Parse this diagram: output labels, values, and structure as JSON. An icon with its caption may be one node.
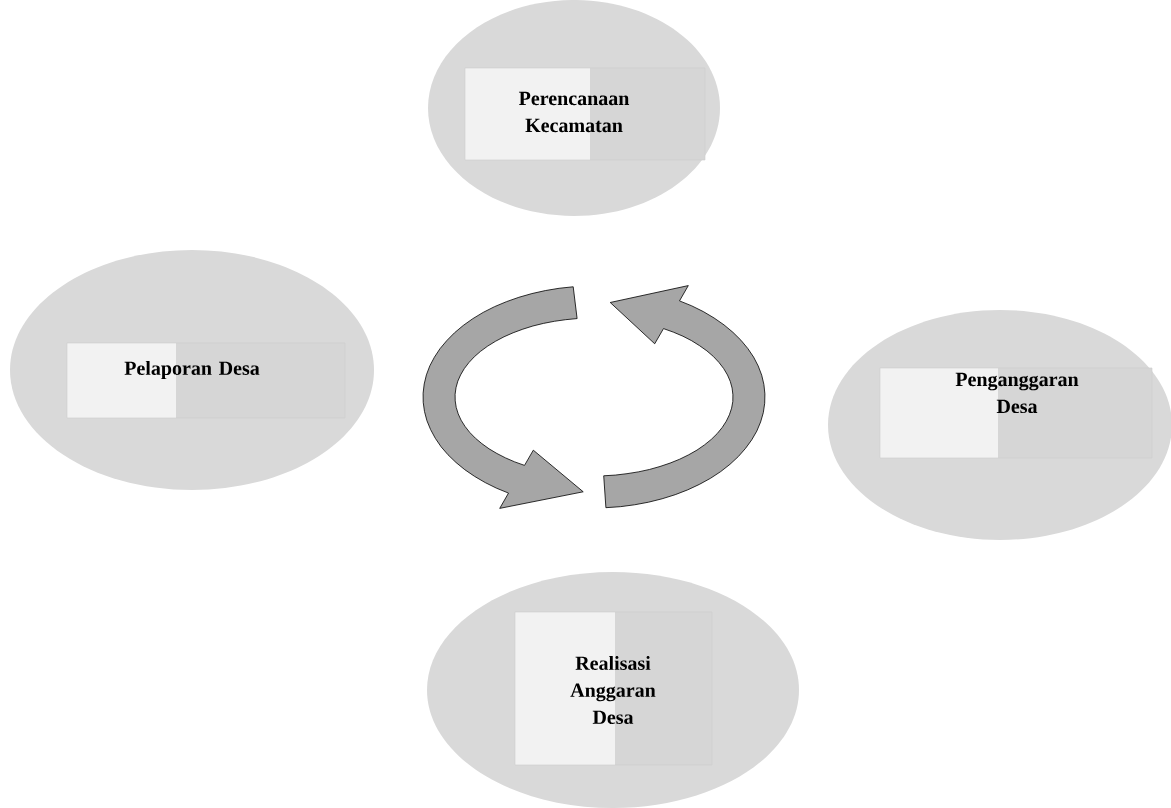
{
  "diagram": {
    "nodes": [
      {
        "text": [
          "Perencanaan Kecamatan"
        ]
      },
      {
        "text": [
          "Pelaporan Desa"
        ]
      },
      {
        "text": [
          "Penganggaran Desa"
        ]
      },
      {
        "text": [
          "Realisasi Anggaran Desa"
        ]
      }
    ]
  }
}
